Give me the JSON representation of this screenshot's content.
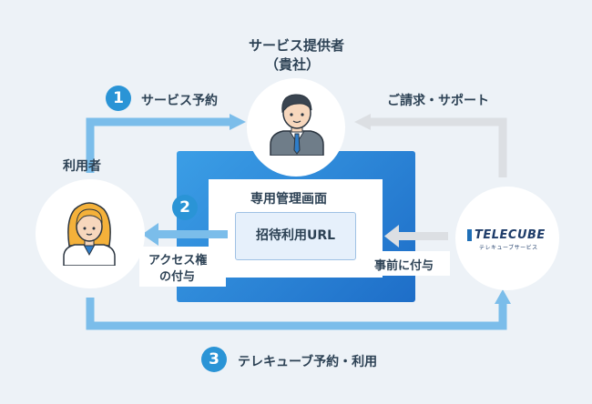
{
  "provider": {
    "title": "サービス提供者",
    "subtitle": "（貴社）"
  },
  "user": {
    "label": "利用者"
  },
  "steps": [
    {
      "number": "1",
      "label": "サービス予約"
    },
    {
      "number": "2",
      "label_line1": "アクセス権",
      "label_line2": "の付与"
    },
    {
      "number": "3",
      "label": "テレキューブ予約・利用"
    }
  ],
  "billing_label": "ご請求・サポート",
  "admin_screen": {
    "title": "専用管理画面",
    "url_label": "招待利用URL"
  },
  "pre_grant_label": "事前に付与",
  "telecube": {
    "logo_title": "TELECUBE",
    "logo_sub": "テレキューブサービス"
  },
  "colors": {
    "arrow_blue": "#7bbdea",
    "arrow_gray": "#dcdfe3",
    "accent": "#2a94d6",
    "panel": "#2f8ce0",
    "background": "#edf2f7"
  },
  "icons": {
    "provider": "businessman-icon",
    "user": "woman-user-icon",
    "telecube": "telecube-logo"
  }
}
